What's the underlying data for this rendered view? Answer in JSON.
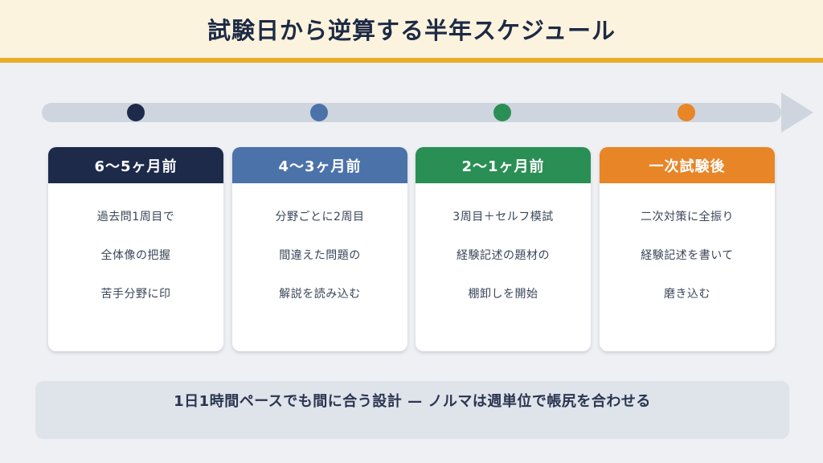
{
  "header": {
    "title": "試験日から逆算する半年スケジュール"
  },
  "colors": {
    "navy": "#1d2a4a",
    "blue": "#4c72aa",
    "green": "#2a8f55",
    "orange": "#e88527",
    "header_bg": "#fbf3dd",
    "header_border": "#e8ad2b"
  },
  "phases": [
    {
      "label": "6〜5ヶ月前",
      "lines": [
        "過去問1周目で",
        "全体像の把握",
        "苦手分野に印"
      ]
    },
    {
      "label": "4〜3ヶ月前",
      "lines": [
        "分野ごとに2周目",
        "間違えた問題の",
        "解説を読み込む"
      ]
    },
    {
      "label": "2〜1ヶ月前",
      "lines": [
        "3周目＋セルフ模試",
        "経験記述の題材の",
        "棚卸しを開始"
      ]
    },
    {
      "label": "一次試験後",
      "lines": [
        "二次対策に全振り",
        "経験記述を書いて",
        "磨き込む"
      ]
    }
  ],
  "footer": {
    "note": "1日1時間ペースでも間に合う設計 — ノルマは週単位で帳尻を合わせる"
  }
}
